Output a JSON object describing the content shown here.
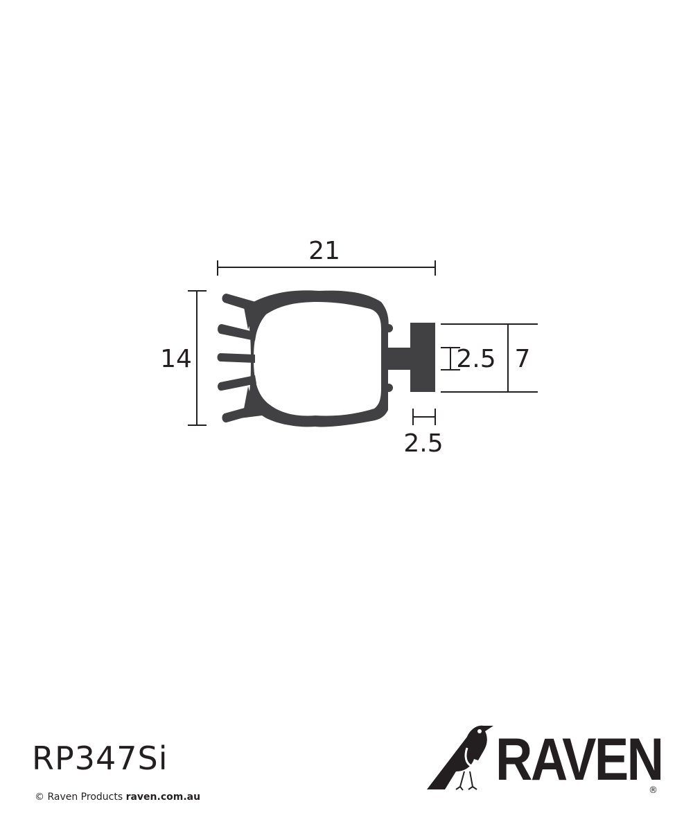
{
  "product_code": "RP347Si",
  "dimensions": {
    "overall_width": "21",
    "overall_height": "14",
    "flange_height": "7",
    "stem_thickness": "2.5",
    "flange_thickness": "2.5"
  },
  "footer": {
    "copyright": "© Raven Products",
    "website": "raven.com.au"
  },
  "brand": {
    "name": "RAVEN",
    "registered_mark": "®",
    "logo_icon": "raven-bird-icon"
  },
  "colors": {
    "profile": "#414042",
    "ink": "#231f20"
  }
}
